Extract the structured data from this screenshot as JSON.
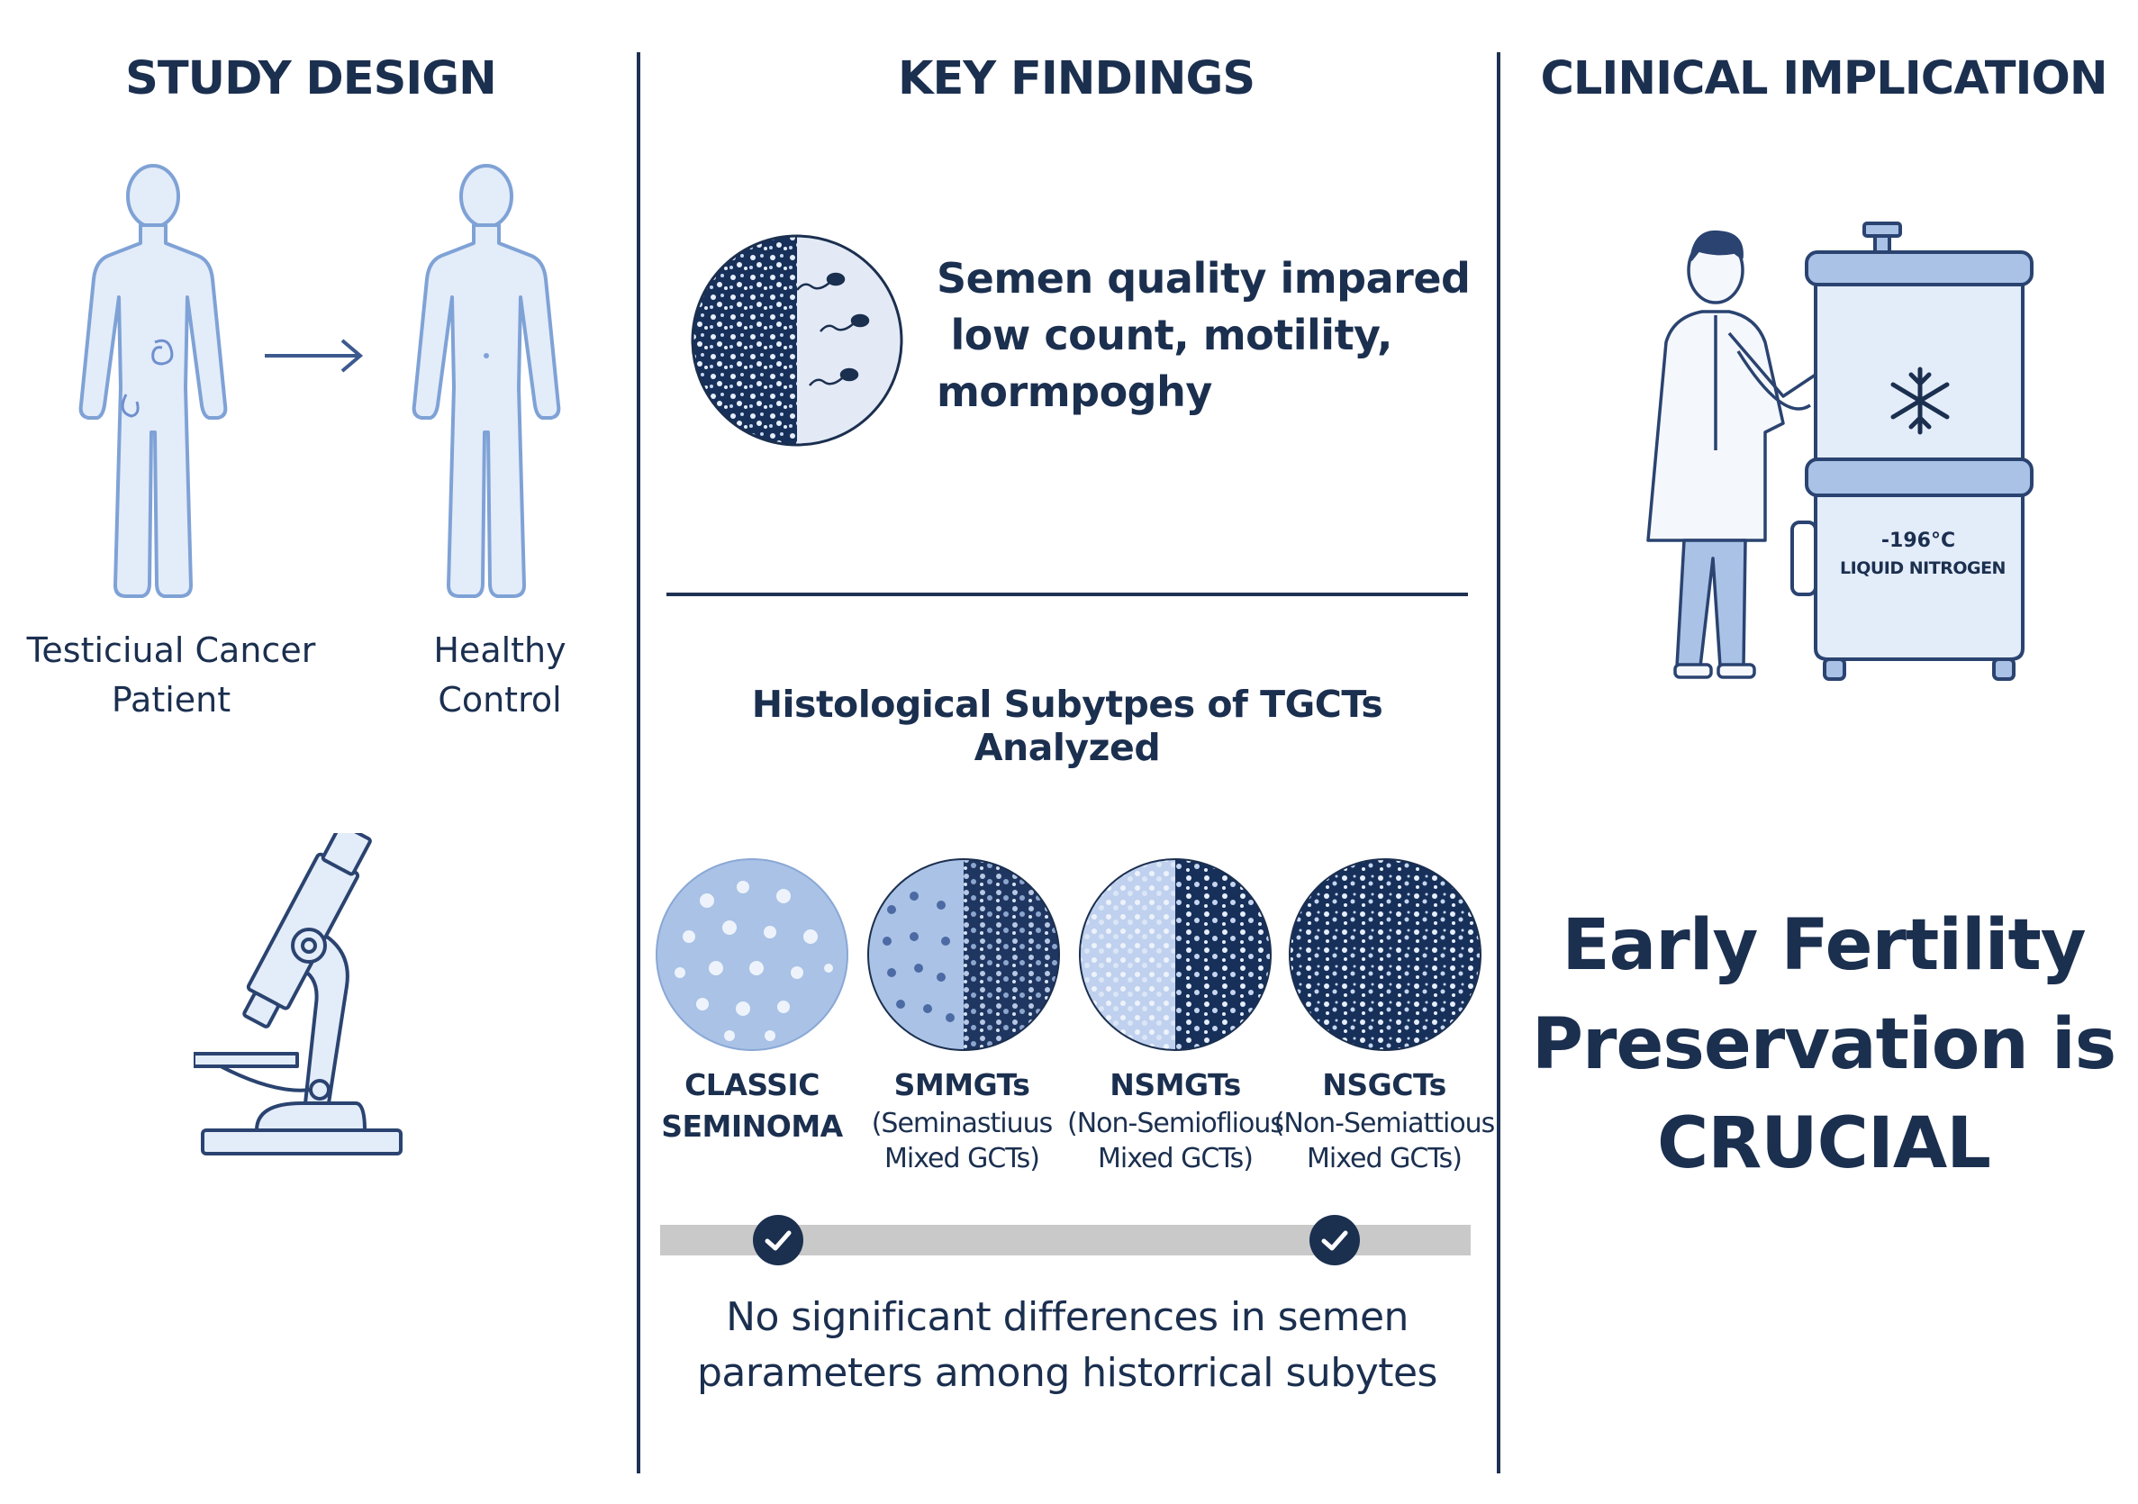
{
  "columns": {
    "study_design": {
      "heading": "STUDY DESIGN",
      "patient_label": "Testiciual Cancer Patient",
      "control_label": "Healthy Control"
    },
    "key_findings": {
      "heading": "KEY FINDINGS",
      "finding_lines": [
        "Semen quality impared",
        " low count, motility,",
        "mormpoghy"
      ],
      "histology_title": "Histological Subytpes of TGCTs Analyzed",
      "subtypes": [
        {
          "name": "CLASSIC",
          "name2": "SEMINOMA",
          "desc1": "",
          "desc2": ""
        },
        {
          "name": "SMMGTs",
          "name2": "",
          "desc1": "(Seminastiuus",
          "desc2": "Mixed GCTs)"
        },
        {
          "name": "NSMGTs",
          "name2": "",
          "desc1": "(Non-Semioflious",
          "desc2": "Mixed GCTs)"
        },
        {
          "name": "NSGCTs",
          "name2": "",
          "desc1": "(Non-Semiattious",
          "desc2": "Mixed GCTs)"
        }
      ],
      "conclusion_lines": [
        "No significant differences in semen",
        "parameters among historrical subytes"
      ]
    },
    "clinical_implication": {
      "heading": "CLINICAL IMPLICATION",
      "tank_temp": "-196°C",
      "tank_label": "LIQUID NITROGEN",
      "statement_lines": [
        "Early Fertility",
        "Preservation is",
        "CRUCIAL"
      ]
    }
  },
  "colors": {
    "navy": "#1b2f4f",
    "light_blue": "#a9c2e6",
    "pale_blue": "#dfe8f5",
    "mid_blue": "#5f7fb8"
  }
}
